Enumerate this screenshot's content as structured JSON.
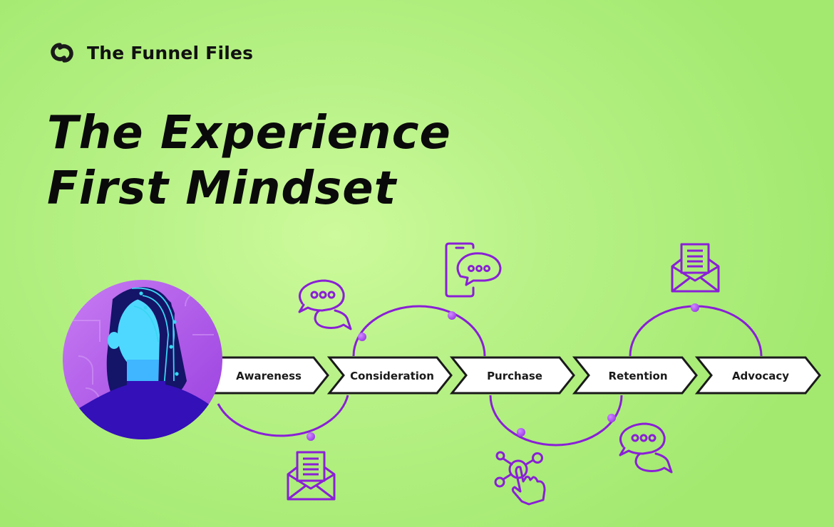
{
  "brand": {
    "name": "The Funnel Files",
    "icon": "link-rings-icon"
  },
  "title": {
    "line1": "The Experience",
    "line2": "First Mindset"
  },
  "avatar": {
    "description": "customer-avatar",
    "colors": {
      "bg": "#b35ae8",
      "hair": "#141468",
      "face": "#4fd8ff",
      "shirt": "#3310b8"
    }
  },
  "stages": [
    {
      "label": "Awareness"
    },
    {
      "label": "Consideration"
    },
    {
      "label": "Purchase"
    },
    {
      "label": "Retention"
    },
    {
      "label": "Advocacy"
    }
  ],
  "touchpoint_icons": [
    {
      "name": "chat-bubbles-icon",
      "position": "above Consideration"
    },
    {
      "name": "phone-chat-icon",
      "position": "above Purchase"
    },
    {
      "name": "envelope-letter-icon",
      "position": "above Advocacy"
    },
    {
      "name": "envelope-letter-icon",
      "position": "below Awareness"
    },
    {
      "name": "tap-network-icon",
      "position": "below Purchase"
    },
    {
      "name": "chat-bubbles-icon",
      "position": "below Retention"
    }
  ],
  "colors": {
    "accent": "#8a1fd6",
    "node": "#b15cf0",
    "background": "#b6f185",
    "text": "#111111"
  }
}
